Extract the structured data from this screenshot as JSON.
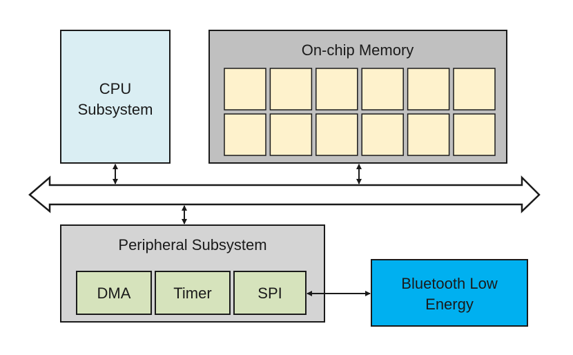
{
  "cpu": {
    "line1": "CPU",
    "line2": "Subsystem"
  },
  "memory": {
    "title": "On-chip Memory",
    "rows": 2,
    "cols": 6
  },
  "peripheral": {
    "title": "Peripheral Subsystem",
    "blocks": [
      {
        "label": "DMA"
      },
      {
        "label": "Timer"
      },
      {
        "label": "SPI"
      }
    ]
  },
  "ble": {
    "line1": "Bluetooth Low",
    "line2": "Energy"
  },
  "colors": {
    "cpu_fill": "#daeef3",
    "memory_fill": "#c0c0c0",
    "memory_cell_fill": "#fef2cc",
    "peripheral_fill": "#d4d4d4",
    "peripheral_block_fill": "#d6e3bc",
    "ble_fill": "#00b0f0",
    "stroke": "#1a1a1a"
  }
}
